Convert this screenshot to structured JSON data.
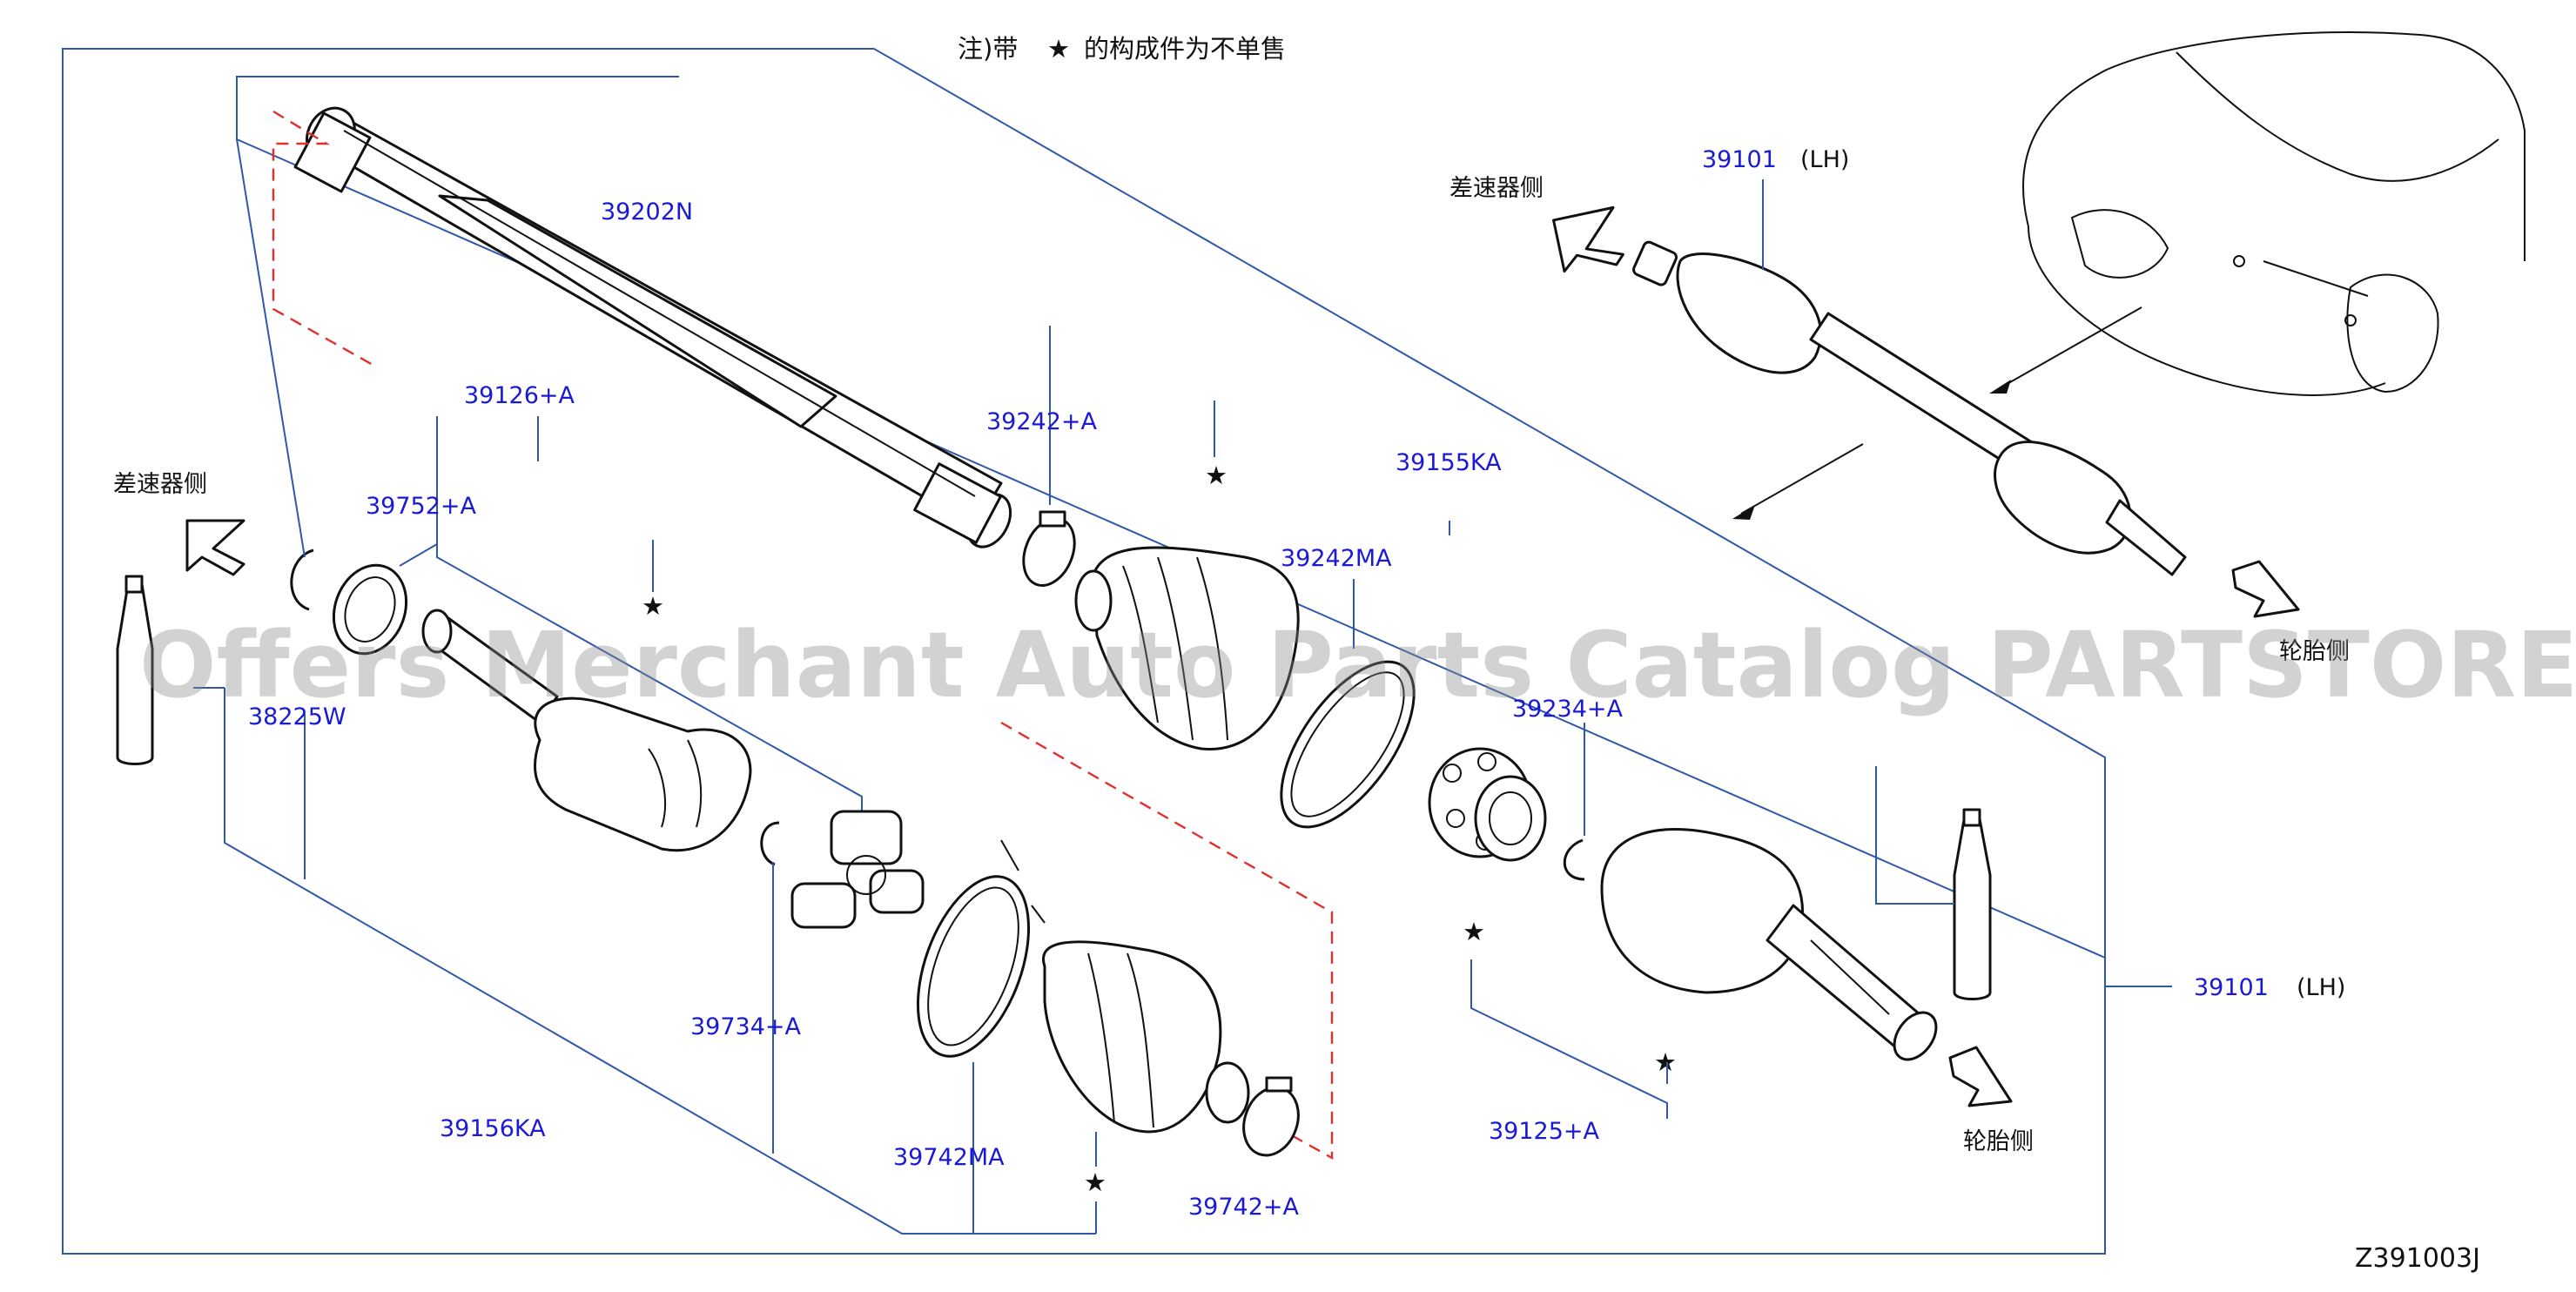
{
  "note": {
    "prefix": "注)带",
    "star": "★",
    "suffix": "的构成件为不单售"
  },
  "watermark": "Offers Merchant Auto Parts Catalog PARTSTORE.SA",
  "diagram_code": "Z391003J",
  "side_labels": {
    "differential_side": "差速器侧",
    "wheel_side": "轮胎侧",
    "wheel_side_top": "轮胎侧"
  },
  "parts": {
    "p39101_top": "39101",
    "p39101_top_side": "(LH)",
    "p39101_right": "39101",
    "p39101_right_side": "(LH)",
    "p39202N": "39202N",
    "p39242A_top": "39242+A",
    "p39155KA": "39155KA",
    "p39242MA": "39242MA",
    "p39234A": "39234+A",
    "p39126A": "39126+A",
    "p39752A": "39752+A",
    "p38225W": "38225W",
    "p39734A": "39734+A",
    "p39156KA": "39156KA",
    "p39742MA": "39742MA",
    "p39742A": "39742+A",
    "p39125A": "39125+A"
  },
  "colors": {
    "part_number": "#1a1ad6",
    "leader": "#2f58a8",
    "dashed_group": "#e0312d",
    "linework": "#111111"
  }
}
